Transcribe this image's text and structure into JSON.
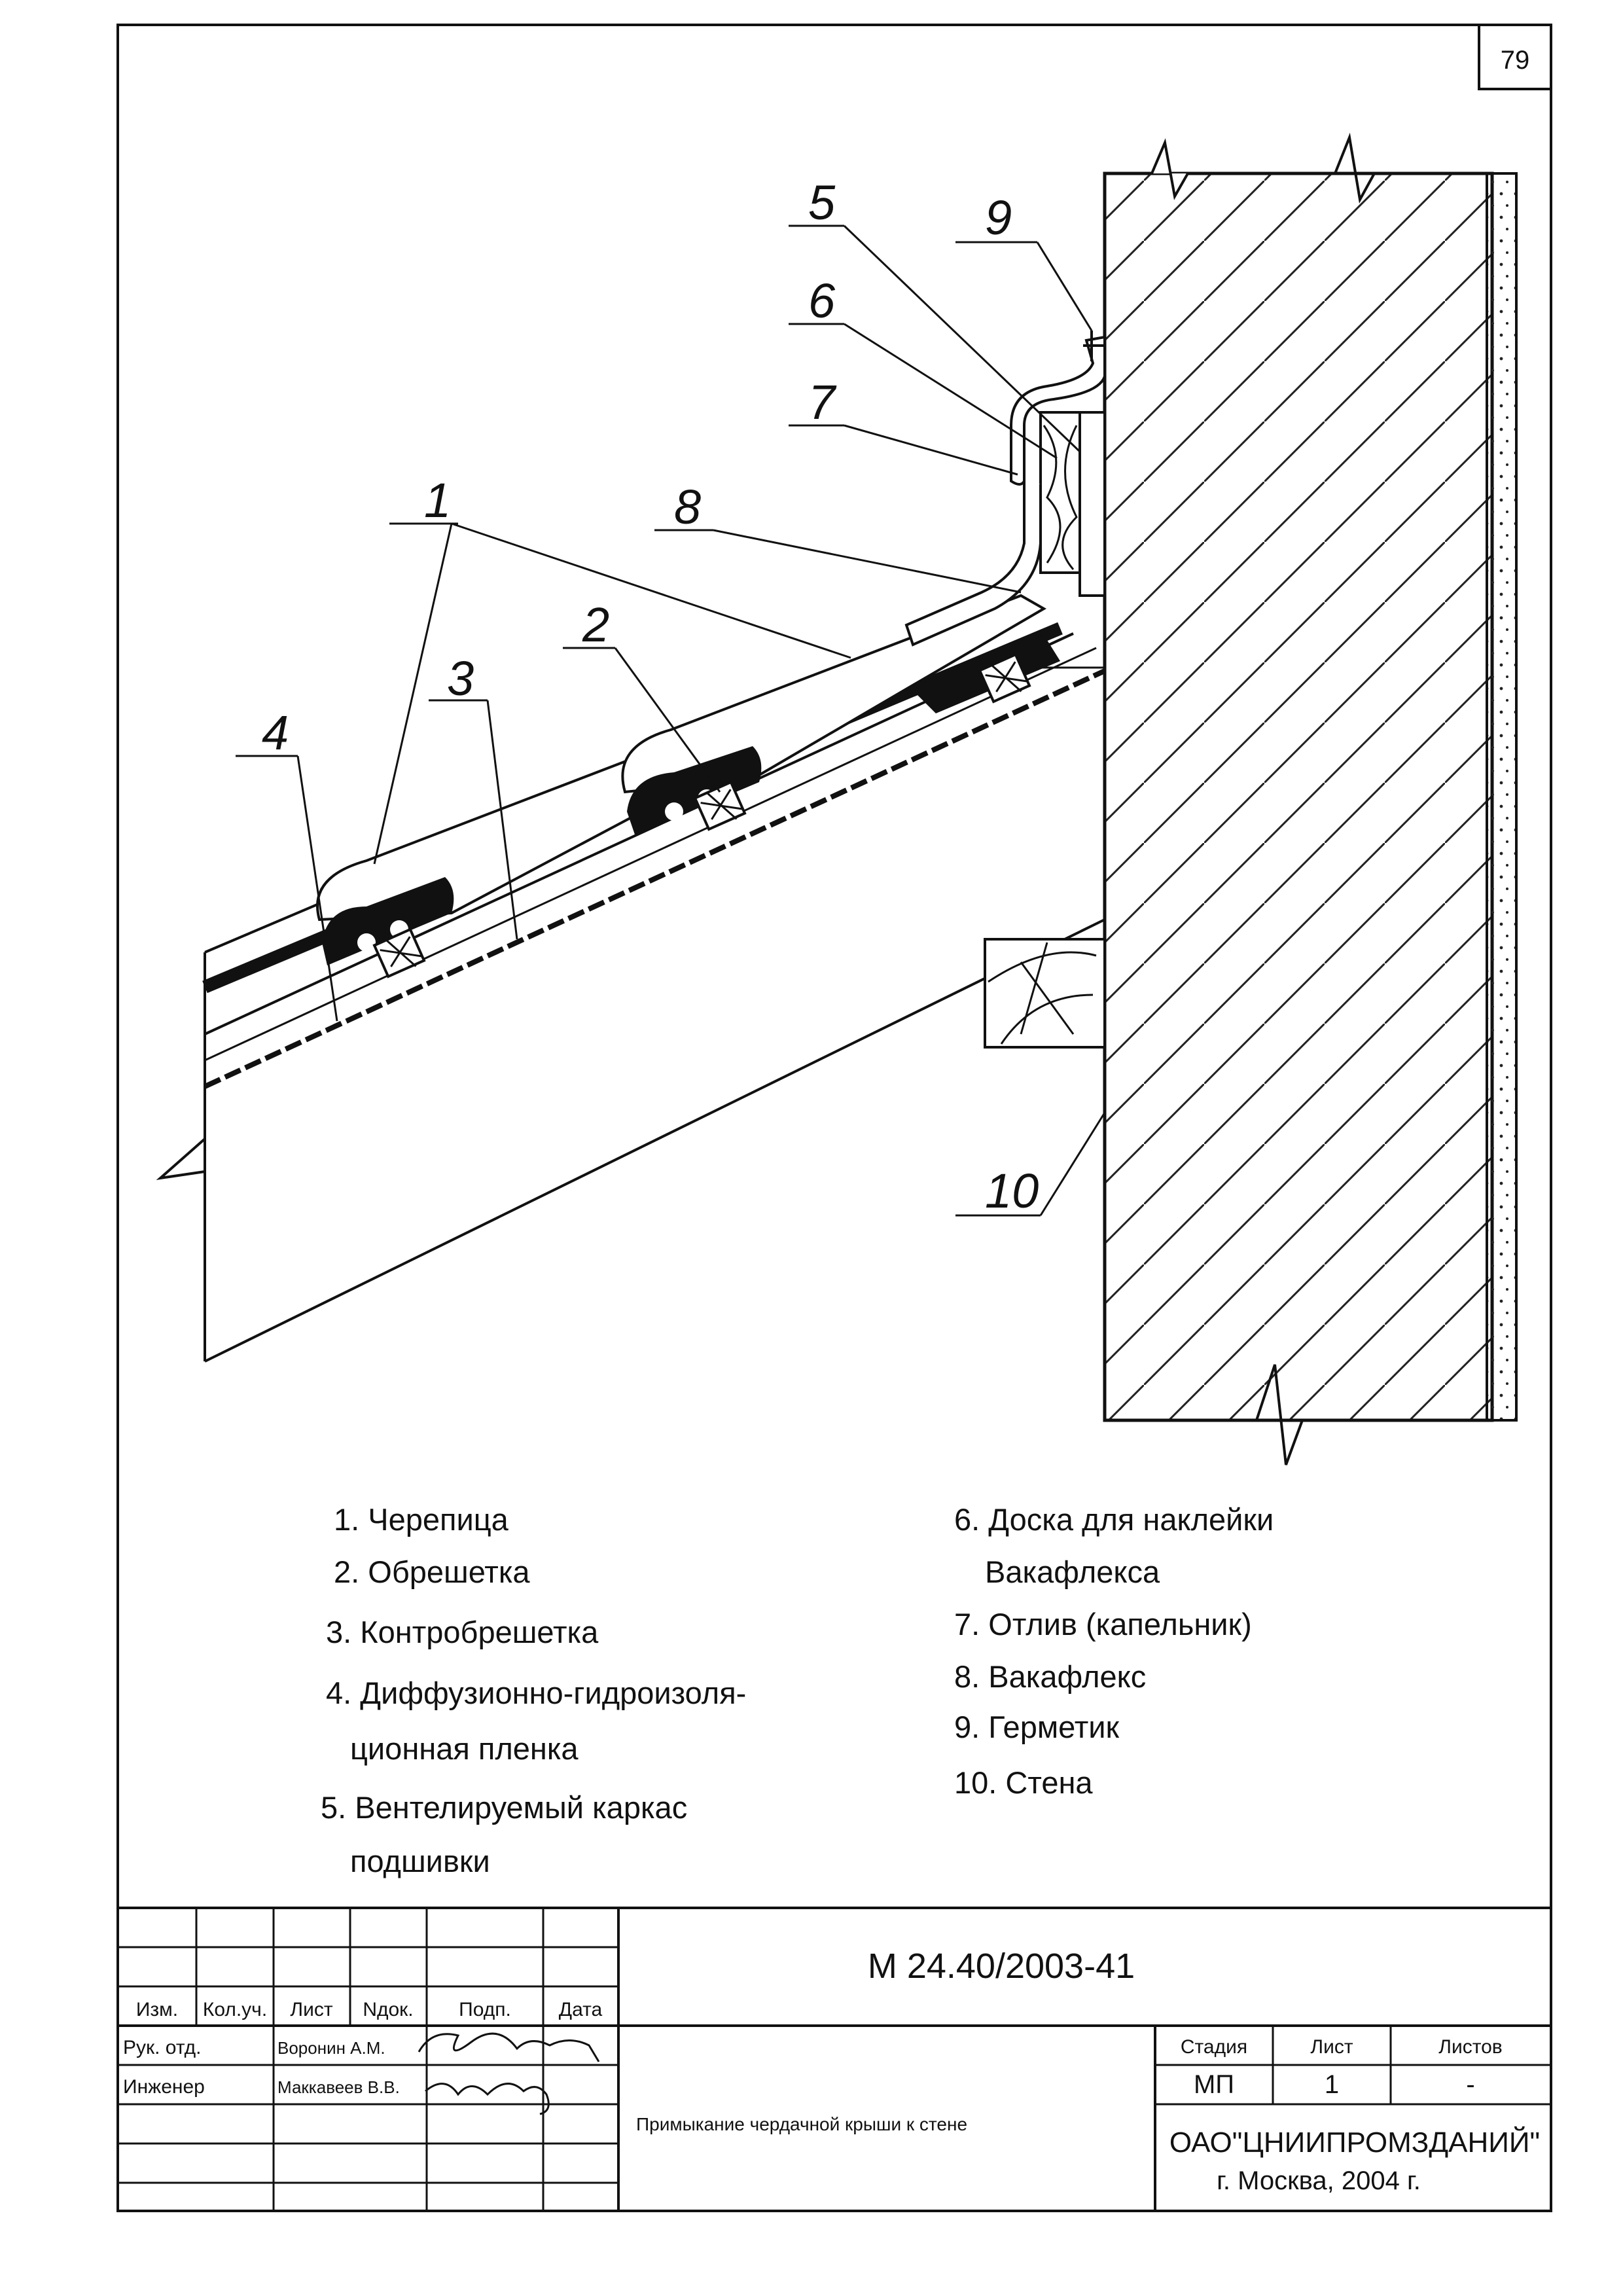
{
  "sheet_number": "79",
  "callouts": {
    "c1": "1",
    "c2": "2",
    "c3": "3",
    "c4": "4",
    "c5": "5",
    "c6": "6",
    "c7": "7",
    "c8": "8",
    "c9": "9",
    "c10": "10"
  },
  "legend": {
    "l1": "1. Черепица",
    "l2": "2. Обрешетка",
    "l3": "3. Контробрешетка",
    "l4a": "4. Диффузионно-гидроизоля-",
    "l4b": "ционная пленка",
    "l5a": "5. Вентелируемый каркас",
    "l5b": "подшивки",
    "l6a": "6. Доска для наклейки",
    "l6b": "Вакафлекса",
    "l7": "7. Отлив (капельник)",
    "l8": "8. Вакафлекс",
    "l9": "9. Герметик",
    "l10": "10. Стена"
  },
  "title_block": {
    "doc_code": "М 24.40/2003-41",
    "headers": {
      "izm": "Изм.",
      "kol": "Кол.уч.",
      "list": "Лист",
      "ndok": "Nдок.",
      "podp": "Подп.",
      "data": "Дата"
    },
    "ruk_role": "Рук. отд.",
    "ruk_name": "Воронин А.М.",
    "eng_role": "Инженер",
    "eng_name": "Маккавеев В.В.",
    "drawing_title": "Примыкание чердачной крыши к стене",
    "stage_label": "Стадия",
    "sheet_label": "Лист",
    "sheets_label": "Листов",
    "stage_value": "МП",
    "sheet_value": "1",
    "sheets_value": "-",
    "org": "ОАО\"ЦНИИПРОМЗДАНИЙ\"",
    "city": "г. Москва, 2004 г."
  }
}
